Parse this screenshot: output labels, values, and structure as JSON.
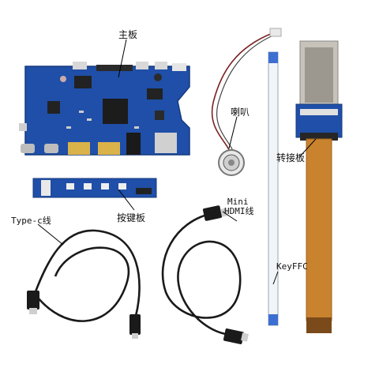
{
  "labels": {
    "mainboard": "主板",
    "speaker": "喇叭",
    "adapter_board": "转接板",
    "key_board": "按键板",
    "typec_cable": "Type-c线",
    "mini_hdmi_line1": "Mini",
    "mini_hdmi_line2": "HDMI线",
    "keyffc": "KeyFFC"
  },
  "colors": {
    "pcb_blue": "#1f4fa8",
    "pcb_dark": "#163a7d",
    "ffc_orange": "#c9832e",
    "cable_black": "#1a1a1a",
    "connector_gray": "#c8c8c8",
    "gold": "#d9b24a"
  }
}
